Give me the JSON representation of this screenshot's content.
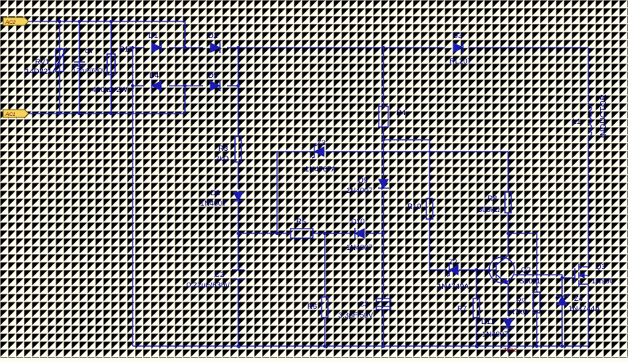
{
  "ports": {
    "ac2": "AC2",
    "ac1": "AC1"
  },
  "labels": {
    "rv1": "RV1",
    "rv1_part": "14D821",
    "c4": "C4",
    "c4_val": "0.22μF/630V",
    "r11": "R11",
    "r11_val": "430kΩ/2W",
    "d1": "D1",
    "d2": "D2",
    "d3": "D3",
    "d3_part": "RL207",
    "d4": "D4",
    "d5": "D5",
    "r4": "R4",
    "r3": "R3",
    "r3_val": "2kΩ",
    "z3": "Z3",
    "z3_part": "1N4767A",
    "d9": "D9",
    "d9_part": "1N4007",
    "d8": "D8",
    "d8_part": "1N4007",
    "r5": "R5",
    "d10": "D10",
    "d10_part": "1N4007",
    "r10": "R10",
    "r8": "R8",
    "r8_val": "300kΩ",
    "l1": "L1",
    "l1_part": "INDUCTOR",
    "z2": "Z2",
    "z2_part": "1N4749A",
    "q2": "Q2",
    "q2_part": "S9011",
    "q3": "Q3",
    "q3_part": "1N90C",
    "c2": "C2",
    "c2_val": "0.22μF/630V",
    "r6": "R6",
    "c3": "C3",
    "c3_val": "3.3μF/50V",
    "r7": "R7",
    "r9": "R9",
    "r9_val": "47kΩ",
    "z4": "Z4",
    "z4_part": "1N4744A",
    "d11": "D11",
    "d11_part": "1N4007",
    "tube": "Tube"
  },
  "colors": {
    "wire": "#1b1bb0",
    "label": "#000080",
    "background": "#fffdf0",
    "port_fill": "#f4d35e"
  }
}
